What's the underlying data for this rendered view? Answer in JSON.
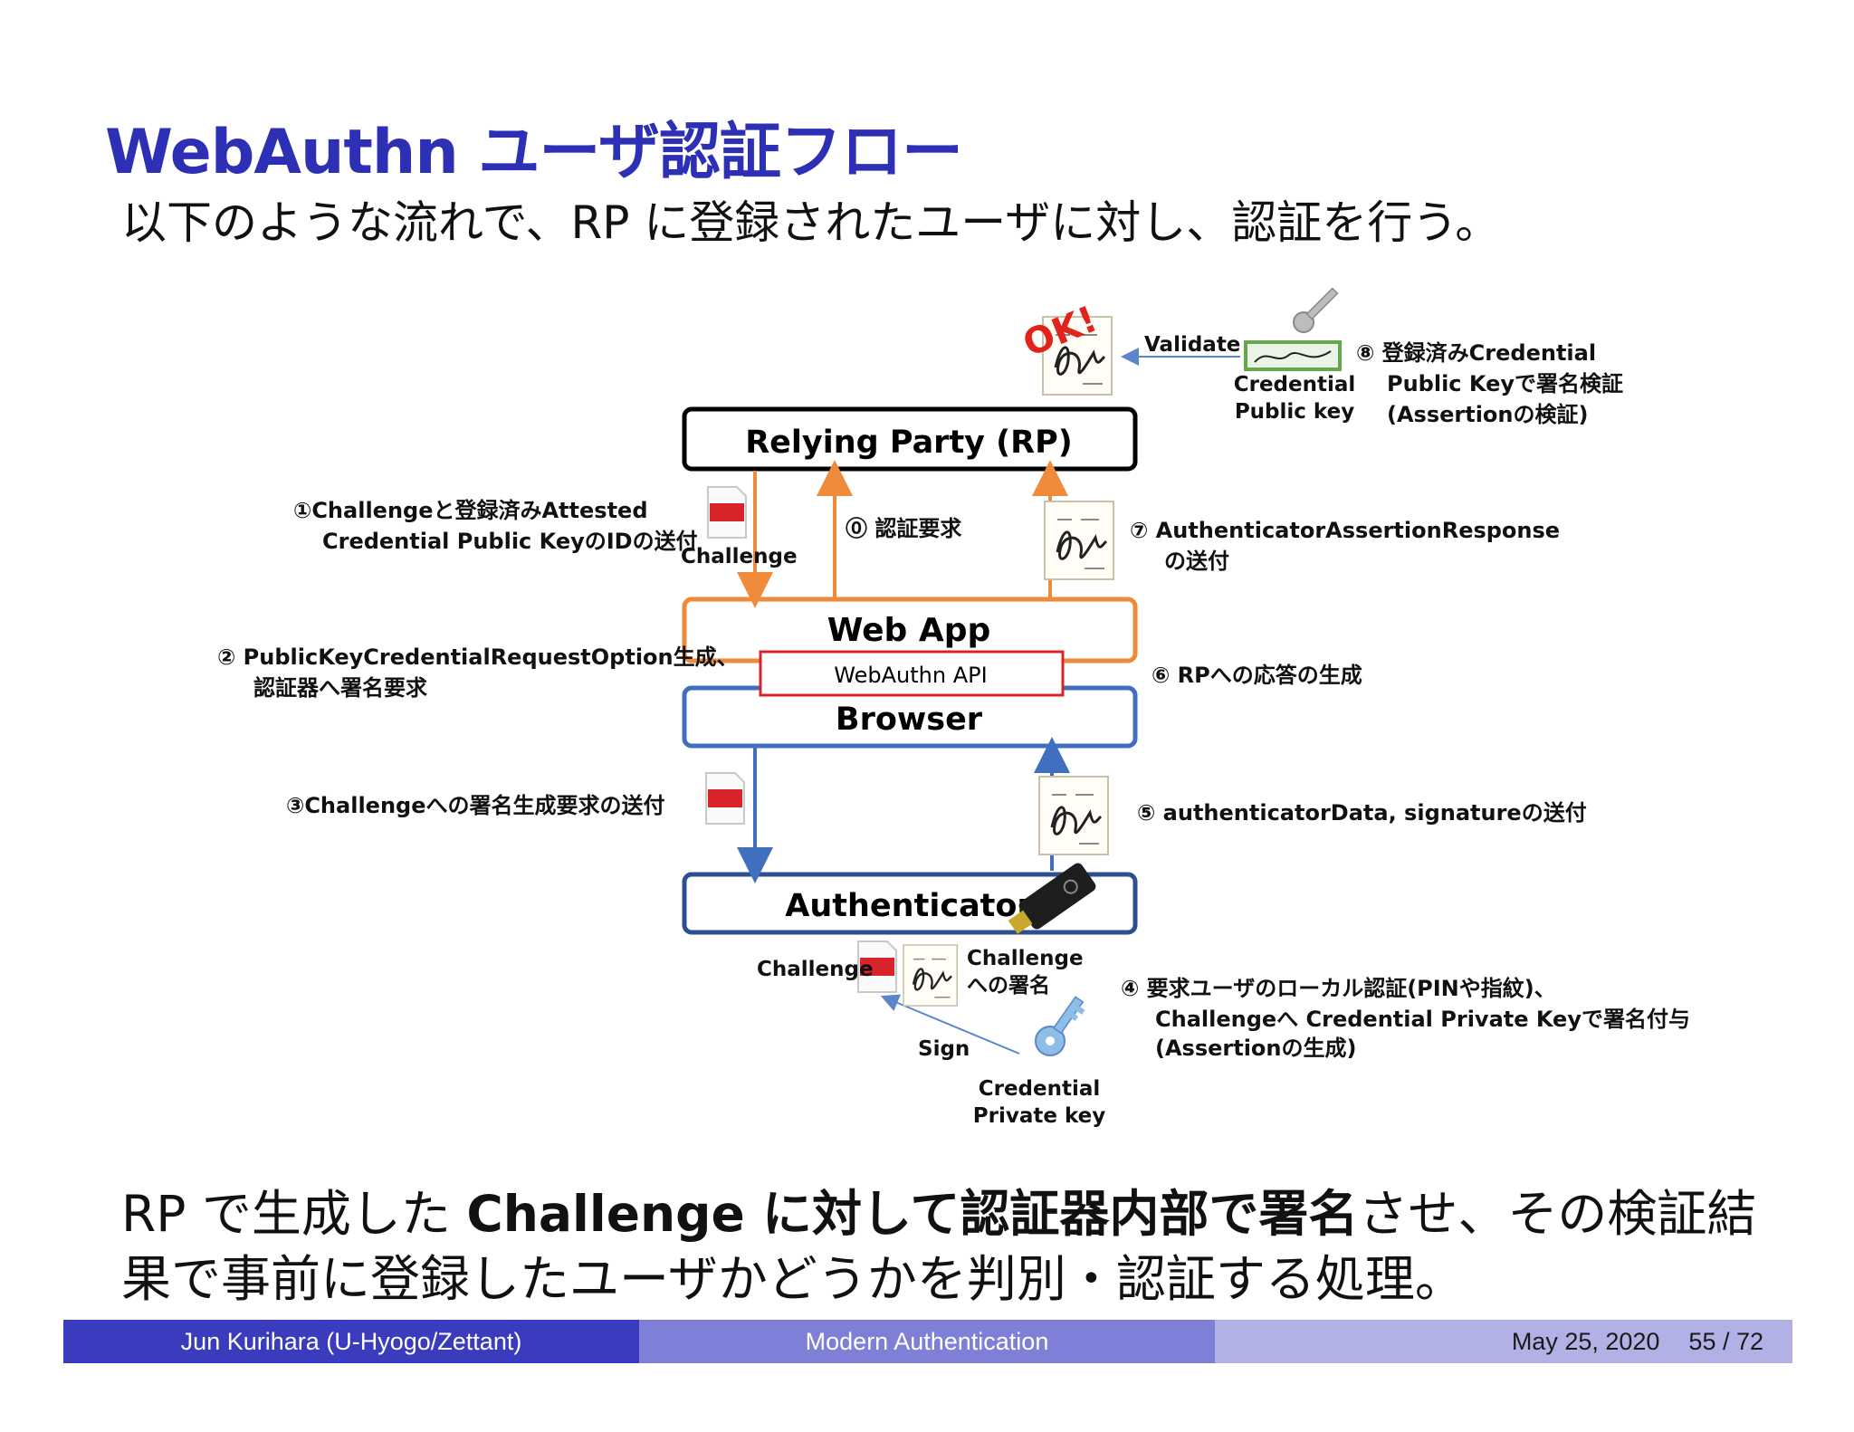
{
  "title": "WebAuthn ユーザ認証フロー",
  "subtitle": "以下のような流れで、RP に登録されたユーザに対し、認証を行う。",
  "diagram": {
    "boxes": {
      "rp": "Relying Party (RP)",
      "webapp": "Web App",
      "webauthn_api": "WebAuthn API",
      "browser": "Browser",
      "authenticator": "Authenticator"
    },
    "labels": {
      "validate": "Validate",
      "credential_public_key_1": "Credential",
      "credential_public_key_2": "Public key",
      "challenge_upper": "Challenge",
      "challenge_lower": "Challenge",
      "challenge_sig_1": "Challenge",
      "challenge_sig_2": "への署名",
      "sign": "Sign",
      "credential_private_key_1": "Credential",
      "credential_private_key_2": "Private key",
      "ok_stamp": "OK!"
    },
    "steps": {
      "s0": "⓪ 認証要求",
      "s1_1": "①Challengeと登録済みAttested",
      "s1_2": "Credential Public KeyのIDの送付",
      "s2_1": "② PublicKeyCredentialRequestOption生成、",
      "s2_2": "認証器へ署名要求",
      "s3": "③Challengeへの署名生成要求の送付",
      "s4_1": "④ 要求ユーザのローカル認証(PINや指紋)、",
      "s4_2": "Challengeへ Credential Private Keyで署名付与",
      "s4_3": "(Assertionの生成)",
      "s5": "⑤ authenticatorData, signatureの送付",
      "s6": "⑥ RPへの応答の生成",
      "s7_1": "⑦ AuthenticatorAssertionResponse",
      "s7_2": "の送付",
      "s8_1": "⑧ 登録済みCredential",
      "s8_2": "Public Keyで署名検証",
      "s8_3": "(Assertionの検証)"
    },
    "colors": {
      "orange": "#ee8a3a",
      "blue": "#3f6fbe",
      "red": "#d8232a",
      "green": "#67a84f"
    }
  },
  "bottom": {
    "part1": "RP で生成した ",
    "bold": "Challenge に対して認証器内部で署名",
    "part2": "させ、その検証結果で事前に登録したユーザかどうかを判別・認証する処理。"
  },
  "footer": {
    "author": "Jun Kurihara (U-Hyogo/Zettant)",
    "talk": "Modern Authentication",
    "date": "May 25, 2020",
    "page": "55 / 72"
  }
}
